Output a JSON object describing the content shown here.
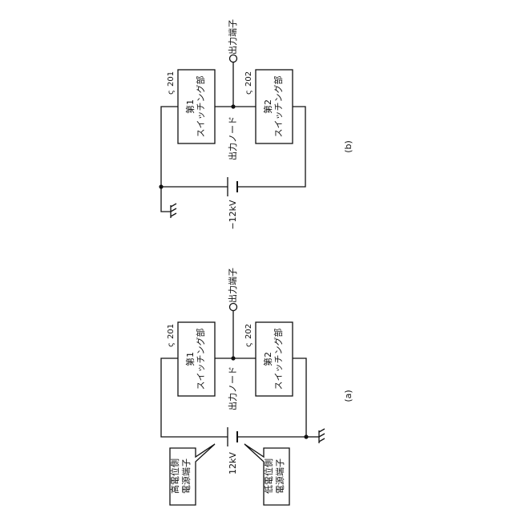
{
  "diagram_a": {
    "caption": "(a)",
    "output_terminal": "出力端子",
    "output_node": "出力ノード",
    "switch1": {
      "line1": "第1",
      "line2": "スイッチング部",
      "ref": "201"
    },
    "switch2": {
      "line1": "第2",
      "line2": "スイッチング部",
      "ref": "202"
    },
    "supply_voltage": "12kV",
    "high_callout": {
      "line1": "高電位側",
      "line2": "電源端子"
    },
    "low_callout": {
      "line1": "低電位側",
      "line2": "電源端子"
    }
  },
  "diagram_b": {
    "caption": "(b)",
    "output_terminal": "出力端子",
    "output_node": "出力ノード",
    "switch1": {
      "line1": "第1",
      "line2": "スイッチング部",
      "ref": "201"
    },
    "switch2": {
      "line1": "第2",
      "line2": "スイッチング部",
      "ref": "202"
    },
    "supply_voltage": "−12kV"
  },
  "ref_tilde": "ς"
}
